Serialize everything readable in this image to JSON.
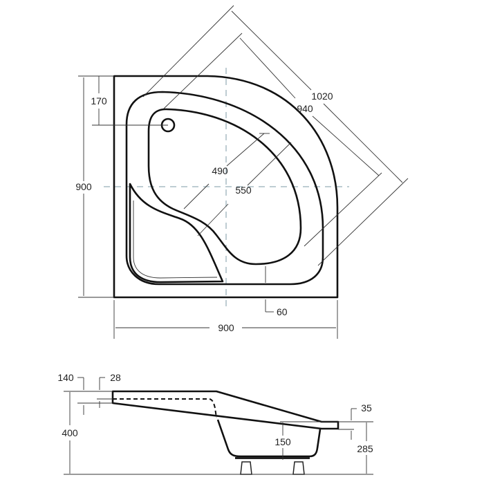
{
  "top_view": {
    "dims": {
      "width": "900",
      "depth": "900",
      "drain_offset": "170",
      "diagonal_outer": "1020",
      "diagonal_rim": "940",
      "basin_diag_inner": "490",
      "basin_diag_outer": "550",
      "rim_offset": "60"
    }
  },
  "side_view": {
    "dims": {
      "total_height": "400",
      "seat_top": "140",
      "seat_thickness": "28",
      "rim_thickness": "35",
      "basin_depth": "150",
      "rim_height": "285"
    }
  }
}
